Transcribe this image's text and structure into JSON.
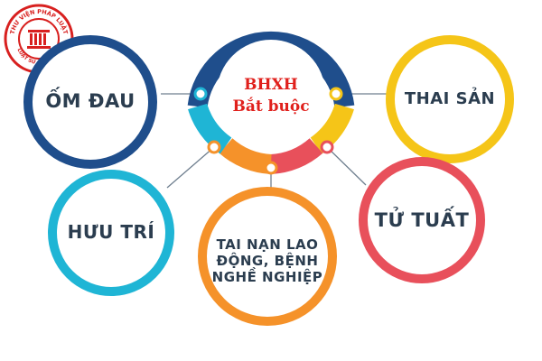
{
  "logo": {
    "ring_text": "THƯ VIỆN PHÁP LUẬT",
    "ring_text_bottom": "LUẬT SƯ - LUẬT GIA",
    "color": "#d8201f"
  },
  "center": {
    "line1": "BHXH",
    "line2": "Bắt buộc"
  },
  "nodes": {
    "om_dau": "ỐM ĐAU",
    "thai_san": "THAI SẢN",
    "huu_tri": "HƯU TRÍ",
    "tu_tuat": "TỬ TUẤT",
    "tai_nan_line1": "TAI NẠN LAO",
    "tai_nan_line2": "ĐỘNG, BỆNH",
    "tai_nan_line3": "NGHỀ NGHIỆP"
  },
  "colors": {
    "navy": "#1f4e8c",
    "yellow": "#f5c518",
    "teal": "#1fb5d5",
    "orange": "#f5922a",
    "red": "#e8505b",
    "text": "#2b3d4f",
    "title": "#e0201c"
  }
}
